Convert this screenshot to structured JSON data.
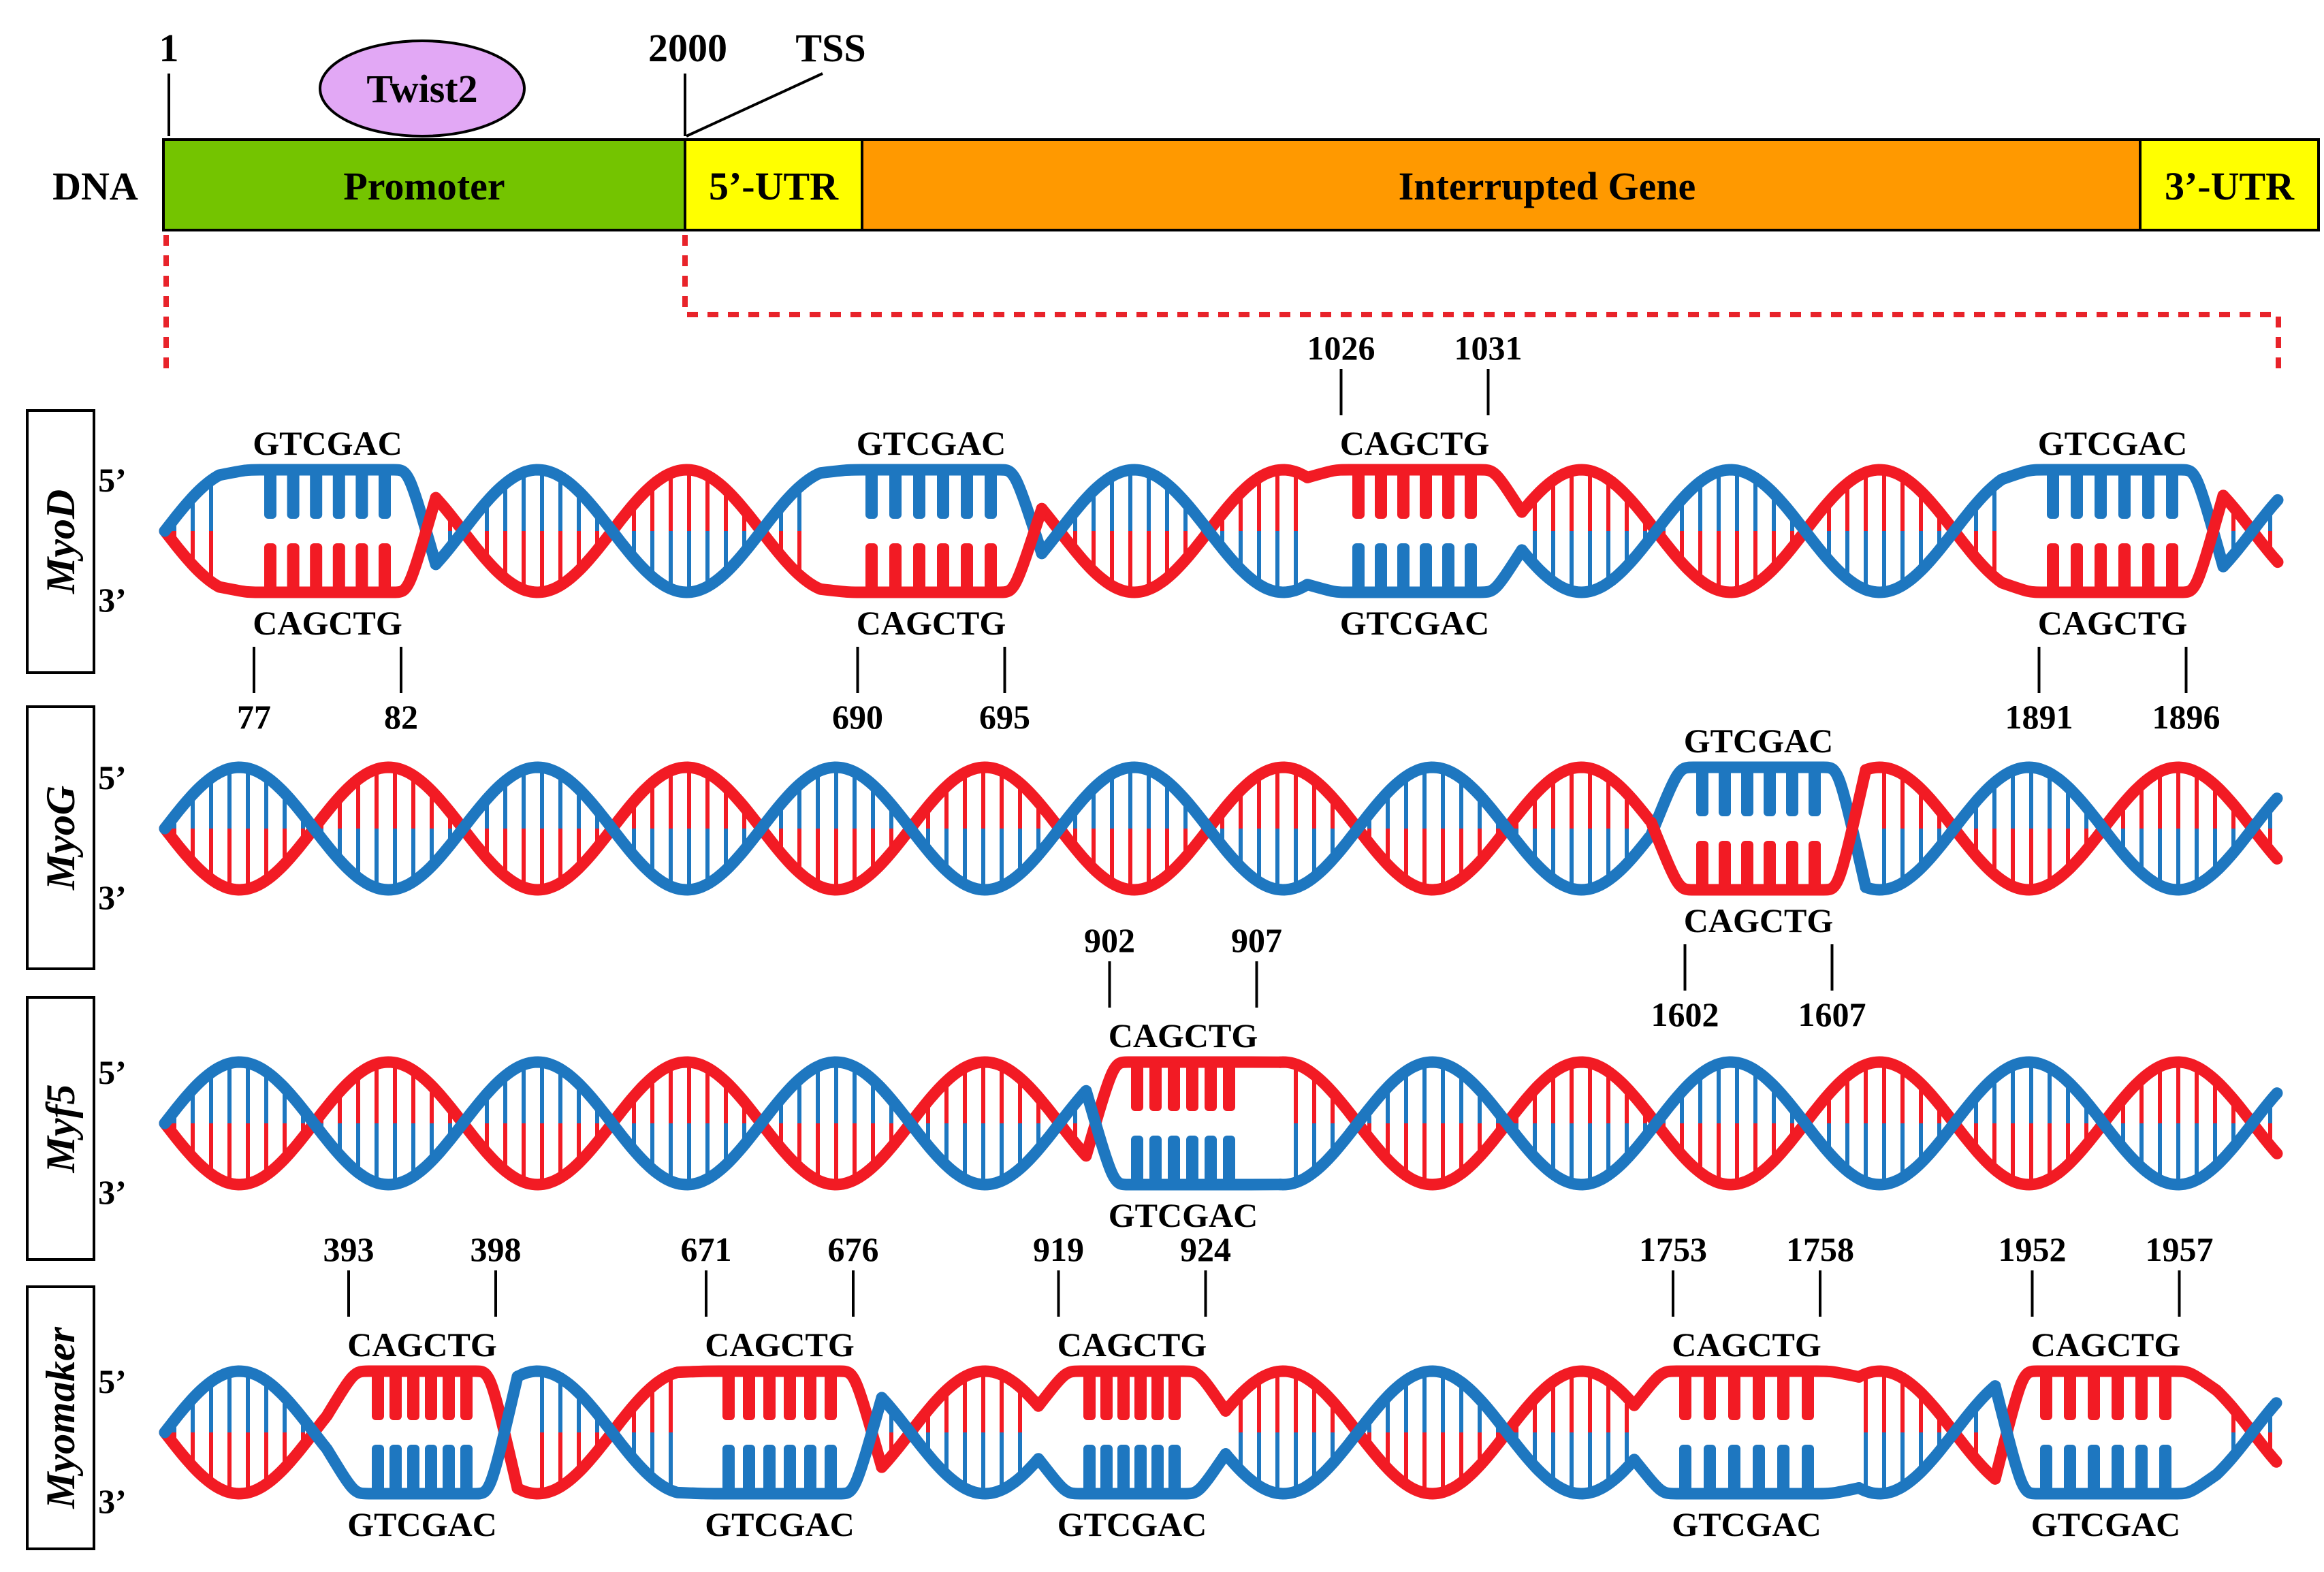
{
  "gene_map": {
    "start_label": "1",
    "promoter_end_label": "2000",
    "tss_label": "TSS",
    "factor_label": "Twist2",
    "dna_label": "DNA",
    "segments": [
      {
        "label": "Promoter",
        "color": "#74C400"
      },
      {
        "label": "5’-UTR",
        "color": "#FFFF00"
      },
      {
        "label": "Interrupted Gene",
        "color": "#FF9900"
      },
      {
        "label": "3’-UTR",
        "color": "#FFFF00"
      }
    ],
    "factor_color": "#E2A8F5",
    "dash_color": "#E8232A"
  },
  "strand_labels": {
    "five": "5’",
    "three": "3’"
  },
  "colors": {
    "red": "#F21B24",
    "blue": "#1E77C0"
  },
  "genes": [
    {
      "name": "MyoD",
      "sites": [
        {
          "start": "77",
          "end": "82",
          "top_seq": "GTCGAC",
          "bottom_seq": "CAGCTG",
          "numbers_at": "bottom"
        },
        {
          "start": "690",
          "end": "695",
          "top_seq": "GTCGAC",
          "bottom_seq": "CAGCTG",
          "numbers_at": "bottom"
        },
        {
          "start": "1026",
          "end": "1031",
          "top_seq": "CAGCTG",
          "bottom_seq": "GTCGAC",
          "numbers_at": "top"
        },
        {
          "start": "1891",
          "end": "1896",
          "top_seq": "GTCGAC",
          "bottom_seq": "CAGCTG",
          "numbers_at": "bottom"
        }
      ]
    },
    {
      "name": "MyoG",
      "sites": [
        {
          "start": "1602",
          "end": "1607",
          "top_seq": "GTCGAC",
          "bottom_seq": "CAGCTG",
          "numbers_at": "bottom"
        }
      ]
    },
    {
      "name": "Myf5",
      "sites": [
        {
          "start": "902",
          "end": "907",
          "top_seq": "CAGCTG",
          "bottom_seq": "GTCGAC",
          "numbers_at": "top"
        }
      ]
    },
    {
      "name": "Myomaker",
      "sites": [
        {
          "start": "393",
          "end": "398",
          "top_seq": "CAGCTG",
          "bottom_seq": "GTCGAC",
          "numbers_at": "top"
        },
        {
          "start": "671",
          "end": "676",
          "top_seq": "CAGCTG",
          "bottom_seq": "GTCGAC",
          "numbers_at": "top"
        },
        {
          "start": "919",
          "end": "924",
          "top_seq": "CAGCTG",
          "bottom_seq": "GTCGAC",
          "numbers_at": "top"
        },
        {
          "start": "1753",
          "end": "1758",
          "top_seq": "CAGCTG",
          "bottom_seq": "GTCGAC",
          "numbers_at": "top"
        },
        {
          "start": "1952",
          "end": "1957",
          "top_seq": "CAGCTG",
          "bottom_seq": "GTCGAC",
          "numbers_at": "top"
        }
      ]
    }
  ]
}
